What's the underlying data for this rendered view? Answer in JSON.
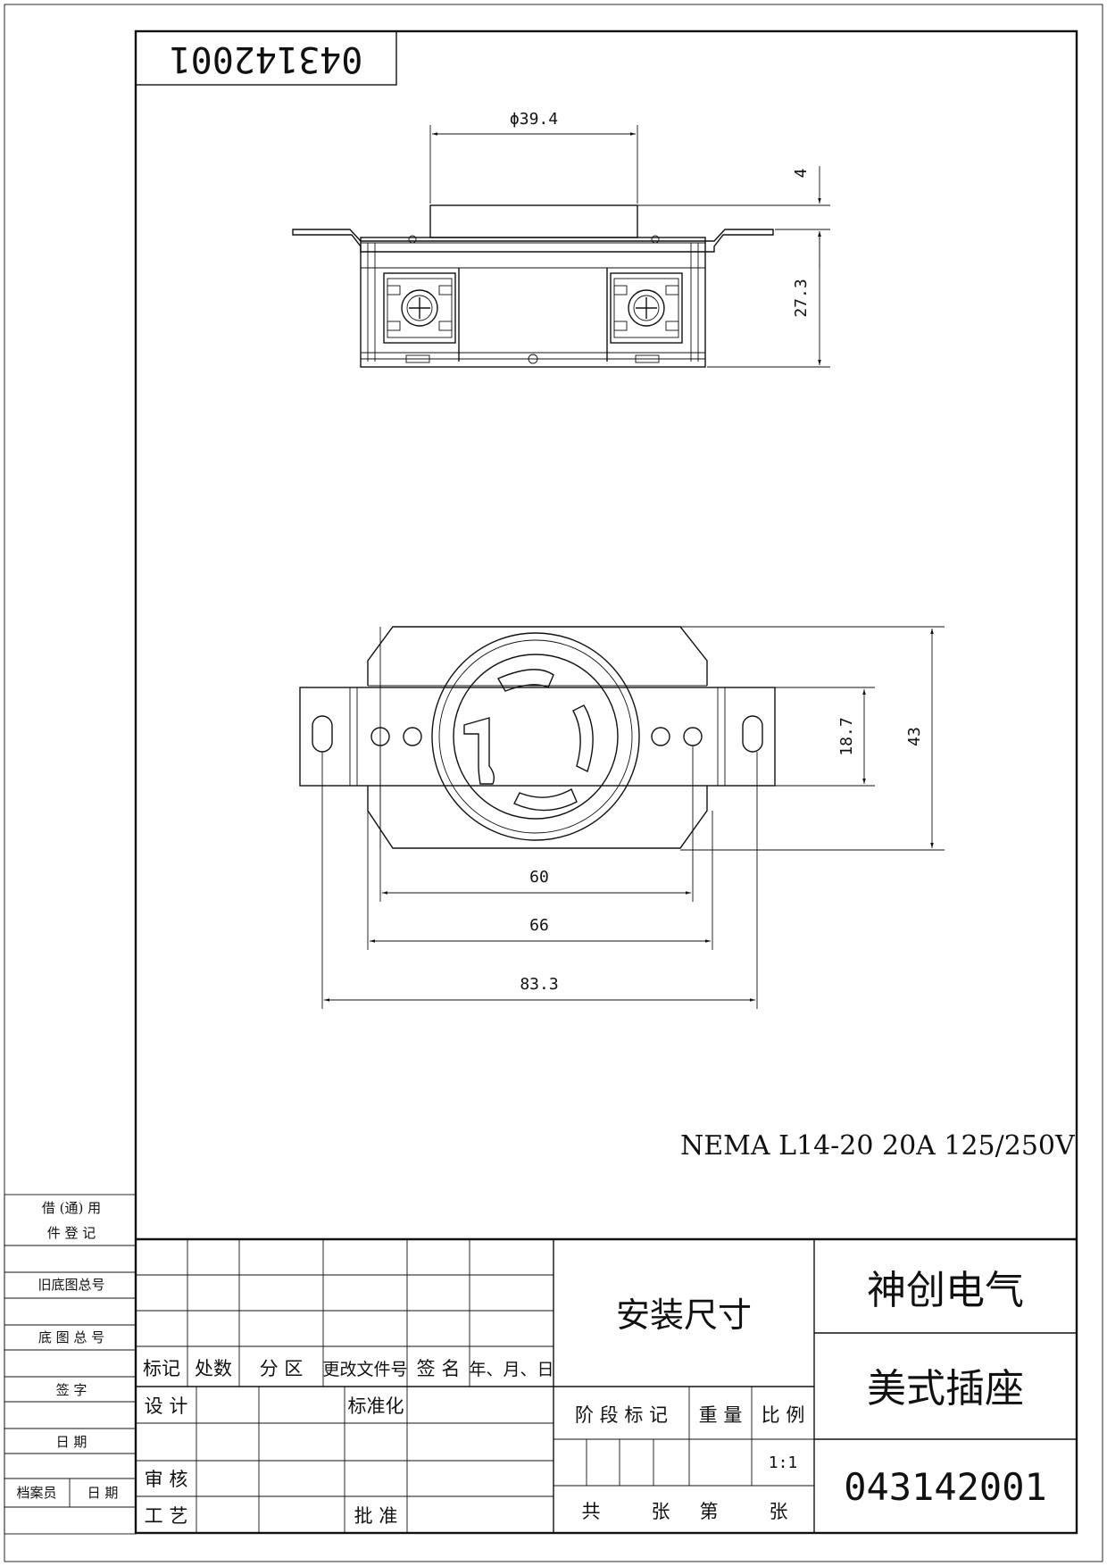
{
  "drawing_number_rotated": "043142001",
  "dimensions": {
    "diameter": "ϕ39.4",
    "flange_thickness": "4",
    "body_depth": "27.3",
    "slot_height": "18.7",
    "height": "43",
    "hole_spacing_inner": "60",
    "hole_spacing_mid": "66",
    "overall_width": "83.3"
  },
  "spec_text": "NEMA L14-20 20A 125/250V",
  "side_block": {
    "borrow_register": [
      "借 (通) 用",
      "件 登 记"
    ],
    "old_base_no": "旧底图总号",
    "base_no": "底 图 总 号",
    "signature": "签  字",
    "date": "日  期",
    "archivist": "档案员",
    "date2": "日  期"
  },
  "title_block": {
    "rev_headers": [
      "标记",
      "处数",
      "分 区",
      "更改文件号",
      "签 名",
      "年、月、日"
    ],
    "design": "设 计",
    "standardization": "标准化",
    "review": "审 核",
    "process": "工 艺",
    "approve": "批 准",
    "drawing_title": "安装尺寸",
    "stage_mark": "阶 段 标 记",
    "weight": "重 量",
    "scale_label": "比 例",
    "scale_value": "1:1",
    "total": "共",
    "sheets": "张",
    "sheet_no": "第",
    "sheets2": "张",
    "company": "神创电气",
    "product": "美式插座",
    "drawing_number": "043142001"
  }
}
